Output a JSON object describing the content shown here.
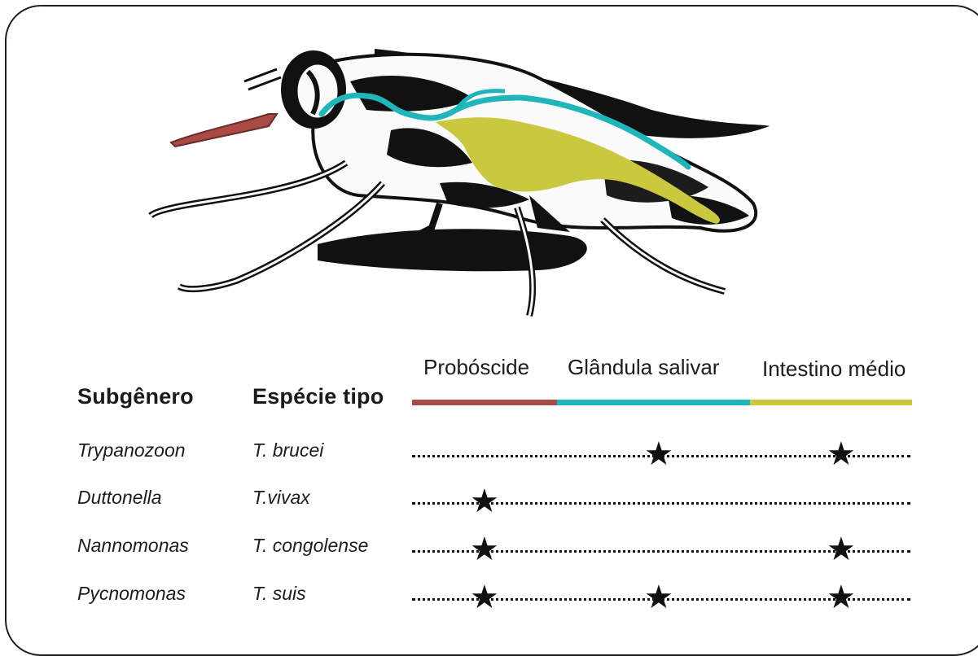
{
  "headers": {
    "subgenus": "Subgênero",
    "species": "Espécie tipo"
  },
  "categories": [
    {
      "label": "Probóscide",
      "color": "#a94a47"
    },
    {
      "label": "Glândula salivar",
      "color": "#1fb5ba"
    },
    {
      "label": "Intestino médio",
      "color": "#c9c83f"
    }
  ],
  "rows": [
    {
      "subgenus": "Trypanozoon",
      "species": "T. brucei",
      "stars": [
        false,
        true,
        true
      ]
    },
    {
      "subgenus": "Duttonella",
      "species": "T.vivax",
      "stars": [
        true,
        false,
        false
      ]
    },
    {
      "subgenus": "Nannomonas",
      "species": "T. congolense",
      "stars": [
        true,
        false,
        true
      ]
    },
    {
      "subgenus": "Pycnomonas",
      "species": "T. suis",
      "stars": [
        true,
        true,
        true
      ]
    }
  ],
  "icons": {
    "illustration": "tsetse-fly-illustration",
    "marker": "star-icon"
  },
  "colors": {
    "proboscis": "#a94a47",
    "salivary_gland": "#1fb5ba",
    "midgut": "#c9c83f",
    "ink": "#111111"
  }
}
